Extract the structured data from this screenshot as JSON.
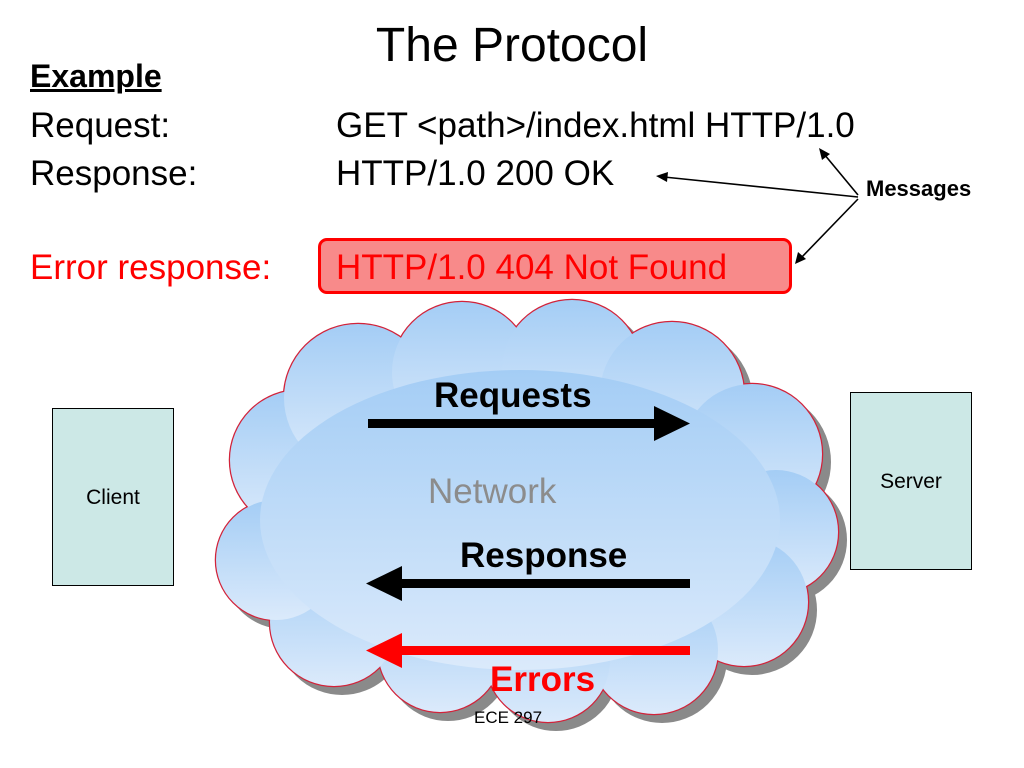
{
  "slide": {
    "title": "The Protocol",
    "example_heading": "Example",
    "request_label": "Request:",
    "request_value": "GET <path>/index.html HTTP/1.0",
    "response_label": "Response:",
    "response_value": "HTTP/1.0 200 OK",
    "error_label": "Error response:",
    "error_value": "HTTP/1.0 404 Not Found",
    "messages_label": "Messages",
    "footer": "ECE 297"
  },
  "diagram": {
    "client_label": "Client",
    "server_label": "Server",
    "network_label": "Network",
    "requests_label": "Requests",
    "response_label": "Response",
    "errors_label": "Errors"
  },
  "colors": {
    "error_red": "#ff0000",
    "error_box_fill": "#f88a8a",
    "cloud_top": "#a4cdf5",
    "cloud_bottom": "#dbeafb",
    "cloud_outline": "#d2233a",
    "cloud_shadow": "#8a8a8a",
    "host_box_fill": "#cce8e6",
    "network_text": "#8c8c8c"
  },
  "icons": [
    "cloud-icon",
    "arrow-right-icon",
    "arrow-left-icon"
  ]
}
